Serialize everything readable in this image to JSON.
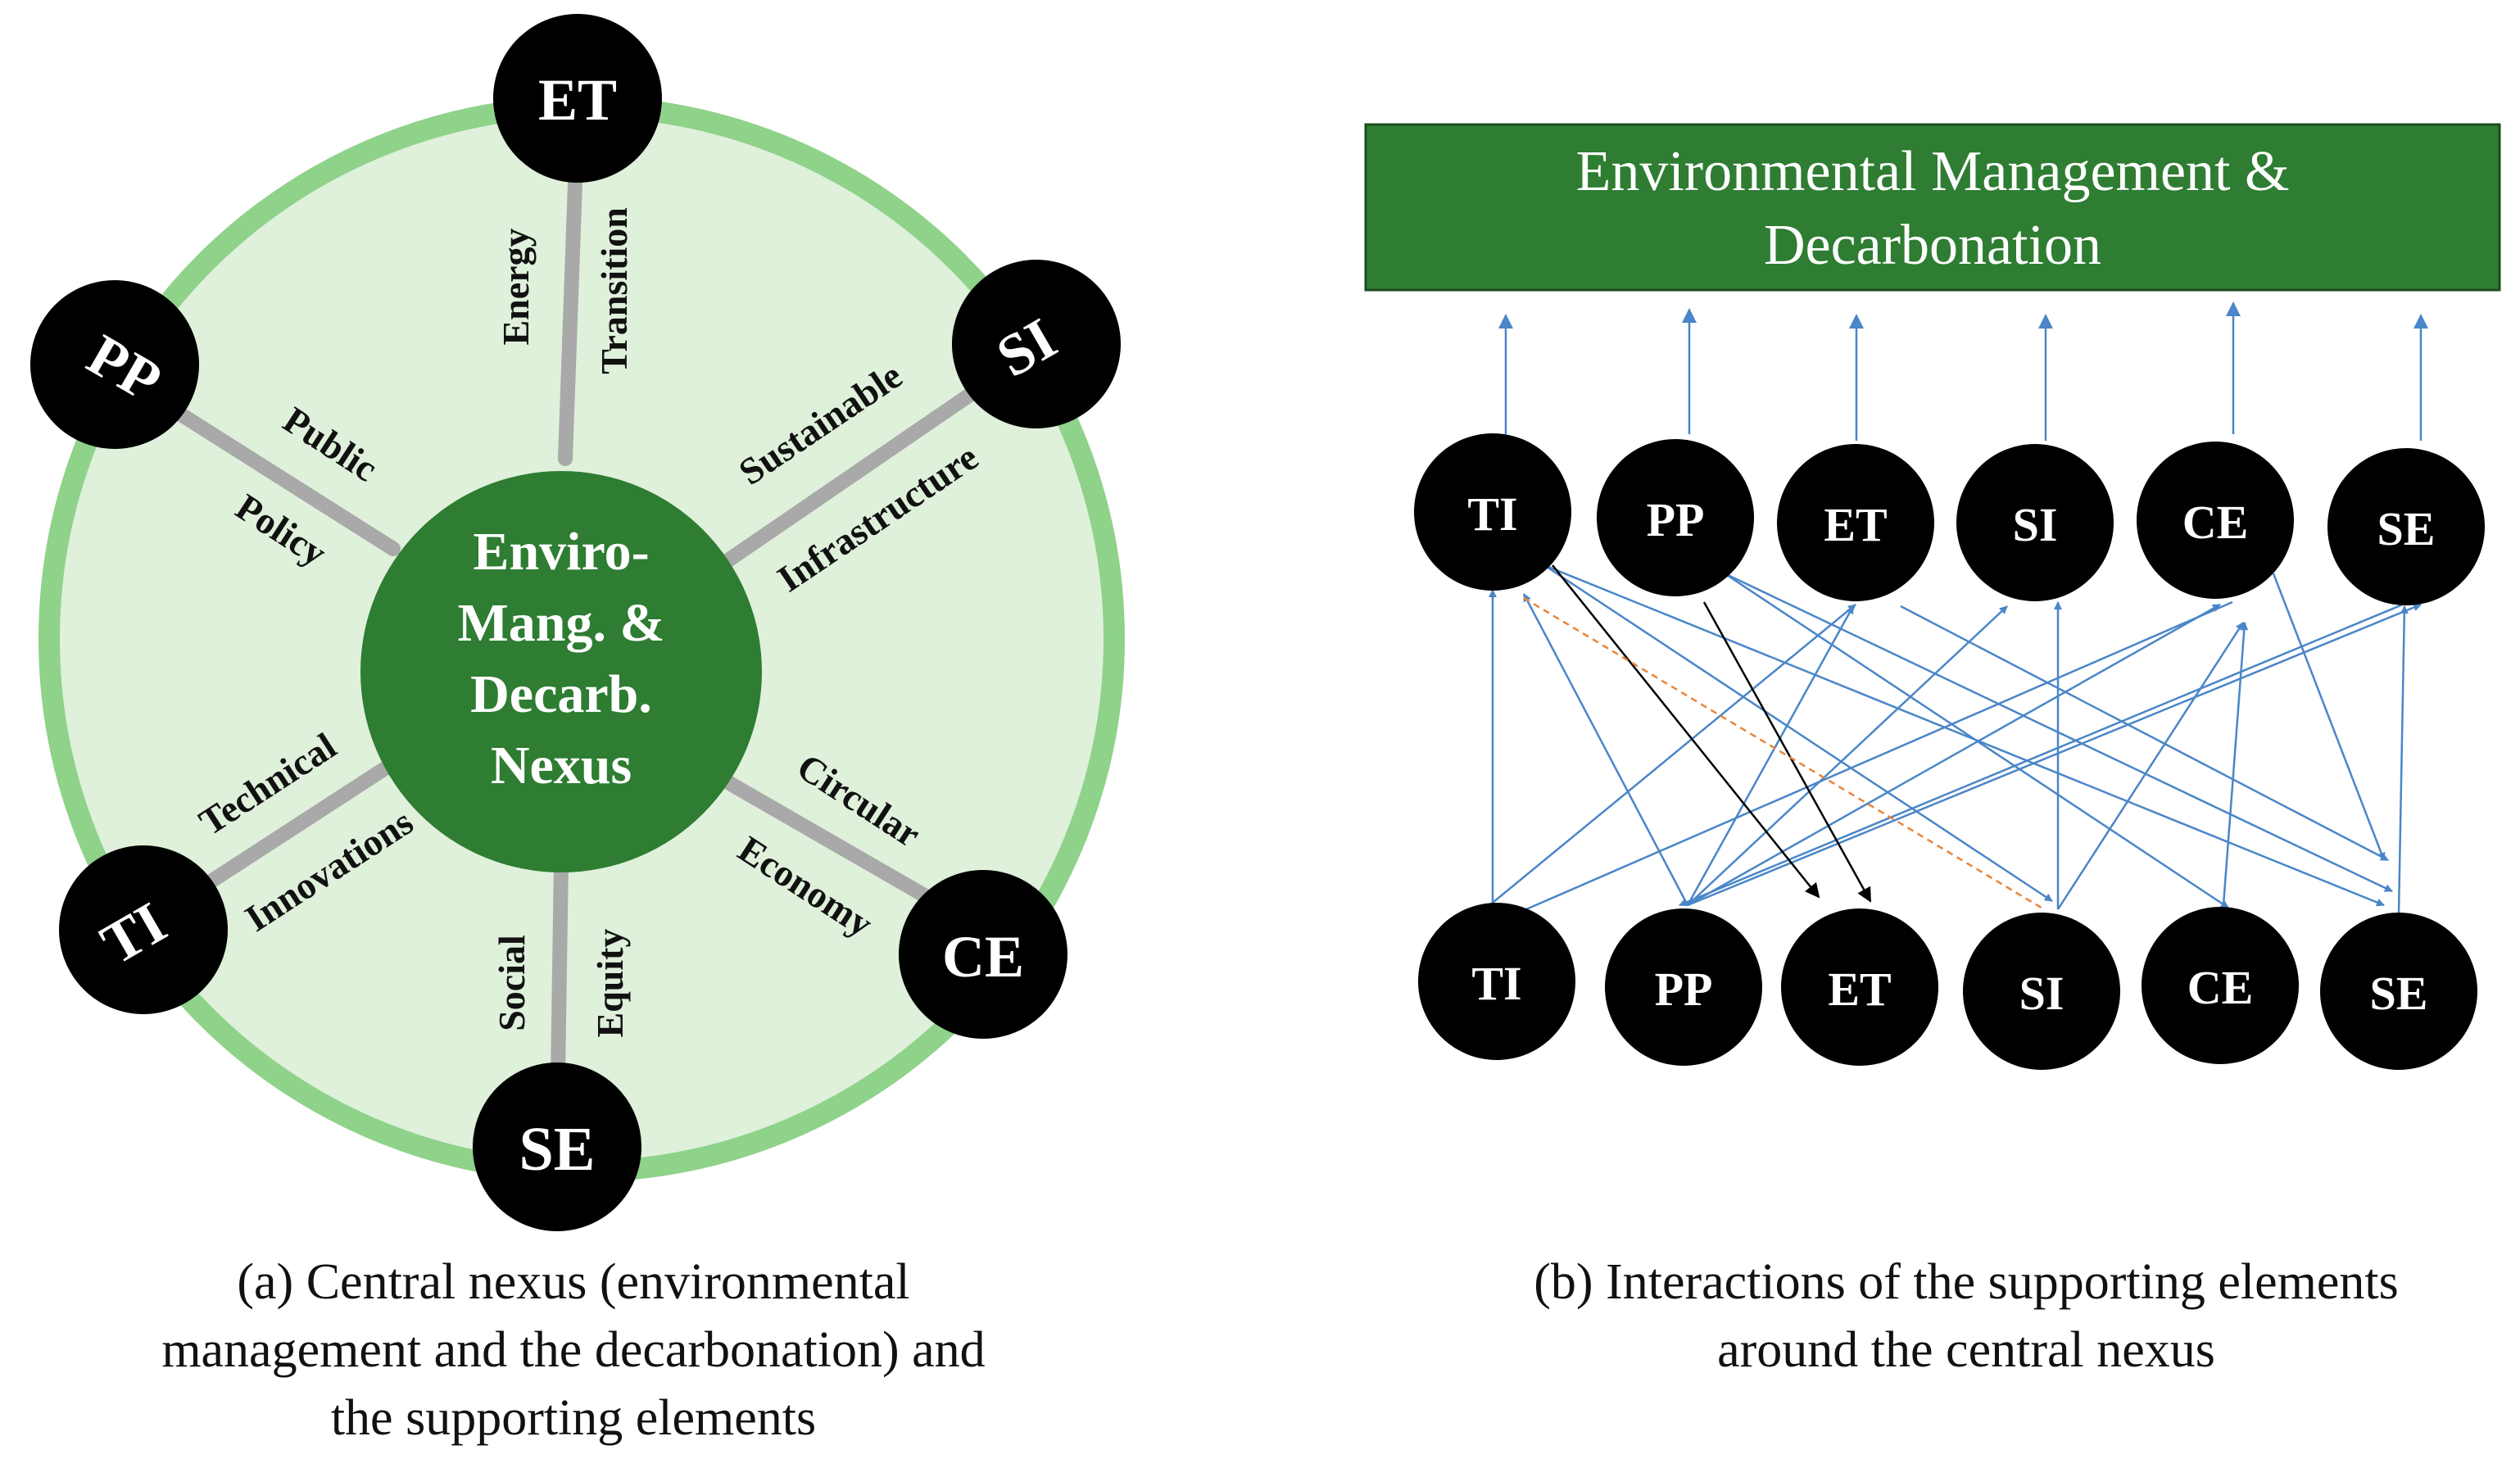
{
  "panel_a": {
    "hub": {
      "line1": "Enviro-",
      "line2": "Mang. &",
      "line3": "Decarb.",
      "line4": "Nexus"
    },
    "nodes": {
      "et": "ET",
      "si": "SI",
      "ce": "CE",
      "se": "SE",
      "ti": "TI",
      "pp": "PP"
    },
    "spokes": {
      "et_1": "Energy",
      "et_2": "Transition",
      "si_1": "Sustainable",
      "si_2": "Infrastructure",
      "ce_1": "Circular",
      "ce_2": "Economy",
      "se_1": "Social",
      "se_2": "Equity",
      "ti_1": "Technical",
      "ti_2": "Innovations",
      "pp_1": "Public",
      "pp_2": "Policy"
    },
    "caption": {
      "line1": "(a) Central nexus (environmental",
      "line2": "management and the decarbonation)  and",
      "line3": "the supporting elements"
    }
  },
  "panel_b": {
    "banner": {
      "line1": "Environmental  Management  &",
      "line2": "Decarbonation"
    },
    "top_nodes": [
      "TI",
      "PP",
      "ET",
      "SI",
      "CE",
      "SE"
    ],
    "bottom_nodes": [
      "TI",
      "PP",
      "ET",
      "SI",
      "CE",
      "SE"
    ],
    "caption": {
      "line1": "(b) Interactions of the supporting elements",
      "line2": "around the central nexus"
    }
  },
  "colors": {
    "outer_ring": "#8fd28a",
    "disc_fill": "#dff0db",
    "hub_fill": "#2e7d32",
    "banner_fill": "#2e7d32",
    "node_fill": "#000000",
    "spoke": "#a9a9a9",
    "arrow_blue": "#4a86c8",
    "arrow_black": "#000000",
    "arrow_orange": "#e8843a"
  }
}
